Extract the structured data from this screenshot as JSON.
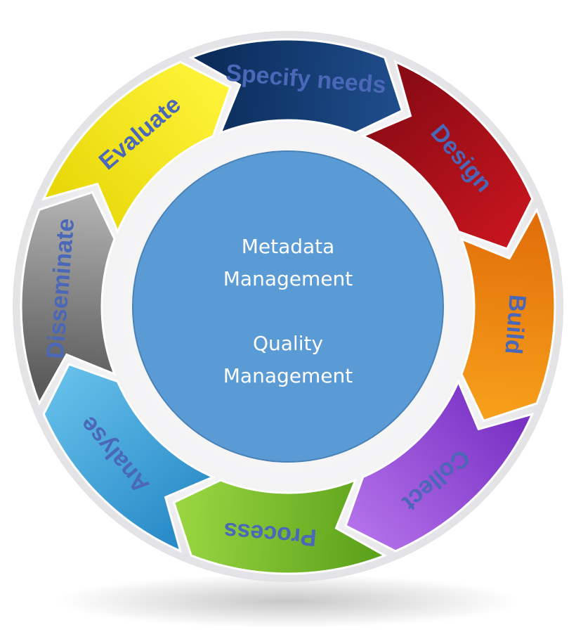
{
  "center": {
    "line1": "Metadata",
    "line2": "Management",
    "line3": "Quality",
    "line4": "Management",
    "fill": "#5b9bd5"
  },
  "segments": [
    {
      "label": "Specify needs",
      "color_dark": "#0b2c5a",
      "color_light": "#1f4e8c"
    },
    {
      "label": "Design",
      "color_dark": "#8a0b14",
      "color_light": "#c8151f"
    },
    {
      "label": "Build",
      "color_dark": "#e2700a",
      "color_light": "#f7a11b"
    },
    {
      "label": "Collect",
      "color_dark": "#7a32c4",
      "color_light": "#b472ea"
    },
    {
      "label": "Process",
      "color_dark": "#5ea31c",
      "color_light": "#9bd842"
    },
    {
      "label": "Analyse",
      "color_dark": "#2a8cc8",
      "color_light": "#66c0ea"
    },
    {
      "label": "Disseminate",
      "color_dark": "#5a5a5a",
      "color_light": "#b5b5b5"
    },
    {
      "label": "Evaluate",
      "color_dark": "#e8d80a",
      "color_light": "#fff43a"
    }
  ],
  "label_color": "#4a67b8"
}
